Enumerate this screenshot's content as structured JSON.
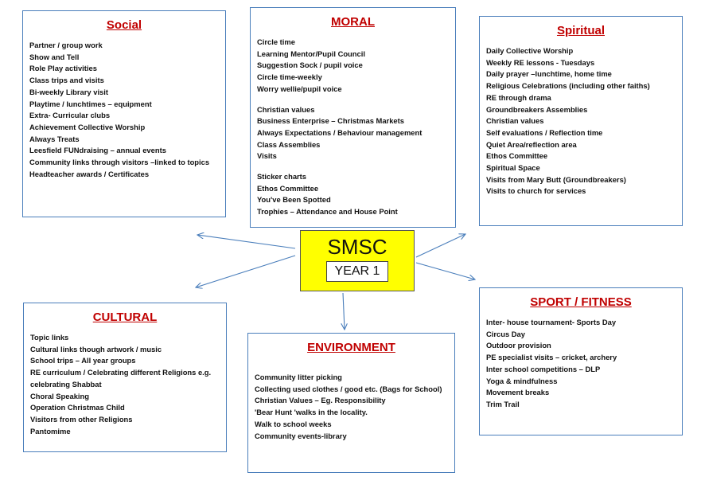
{
  "center": {
    "title": "SMSC",
    "subtitle": "YEAR 1"
  },
  "social": {
    "title": "Social",
    "items": [
      "Partner / group work",
      "Show and Tell",
      "Role Play activities",
      "Class trips and visits",
      "Bi-weekly Library visit",
      "Playtime / lunchtimes – equipment",
      "Extra- Curricular clubs",
      "Achievement Collective Worship",
      "Always Treats",
      "Leesfield FUNdraising – annual events",
      "Community links through visitors –linked to topics",
      "Headteacher awards / Certificates"
    ]
  },
  "moral": {
    "title": "MORAL",
    "items": [
      "Circle time",
      "Learning Mentor/Pupil Council",
      "Suggestion Sock / pupil voice",
      "Circle time-weekly",
      "Worry wellie/pupil voice",
      "Christian values",
      "Business Enterprise – Christmas Markets",
      "Always Expectations / Behaviour management",
      "Class Assemblies",
      "Visits",
      "Sticker charts",
      "Ethos Committee",
      "You've Been Spotted",
      "Trophies – Attendance and House Point"
    ]
  },
  "spiritual": {
    "title": "Spiritual",
    "items": [
      "Daily Collective Worship",
      "Weekly RE lessons - Tuesdays",
      "Daily prayer –lunchtime, home time",
      "Religious Celebrations (including other faiths)",
      "RE through drama",
      "Groundbreakers Assemblies",
      "Christian values",
      "Self evaluations / Reflection time",
      "Quiet Area/reflection area",
      "Ethos Committee",
      "Spiritual Space",
      "Visits from Mary Butt (Groundbreakers)",
      "Visits to church for services"
    ]
  },
  "cultural": {
    "title": "CULTURAL",
    "items": [
      "Topic links",
      "Cultural links though artwork / music",
      "School trips – All year groups",
      "RE curriculum / Celebrating different Religions e.g.",
      "celebrating Shabbat",
      "Choral Speaking",
      "Operation Christmas Child",
      "Visitors from other Religions",
      "Pantomime"
    ]
  },
  "environment": {
    "title": "ENVIRONMENT",
    "items": [
      "Community litter picking",
      "Collecting used clothes / good etc. (Bags for School)",
      "Christian Values – Eg. Responsibility",
      "'Bear Hunt 'walks in the locality.",
      "Walk to school weeks",
      "Community events-library"
    ]
  },
  "sport": {
    "title": "SPORT / FITNESS",
    "items": [
      "Inter- house tournament- Sports Day",
      "Circus Day",
      "Outdoor provision",
      "PE specialist visits – cricket, archery",
      "Inter school competitions – DLP",
      "Yoga & mindfulness",
      "Movement breaks",
      "Trim Trail"
    ]
  },
  "colors": {
    "border": "#4a7ebb",
    "heading": "#c00000",
    "center_fill": "#ffff00",
    "arrow": "#4a7ebb"
  }
}
